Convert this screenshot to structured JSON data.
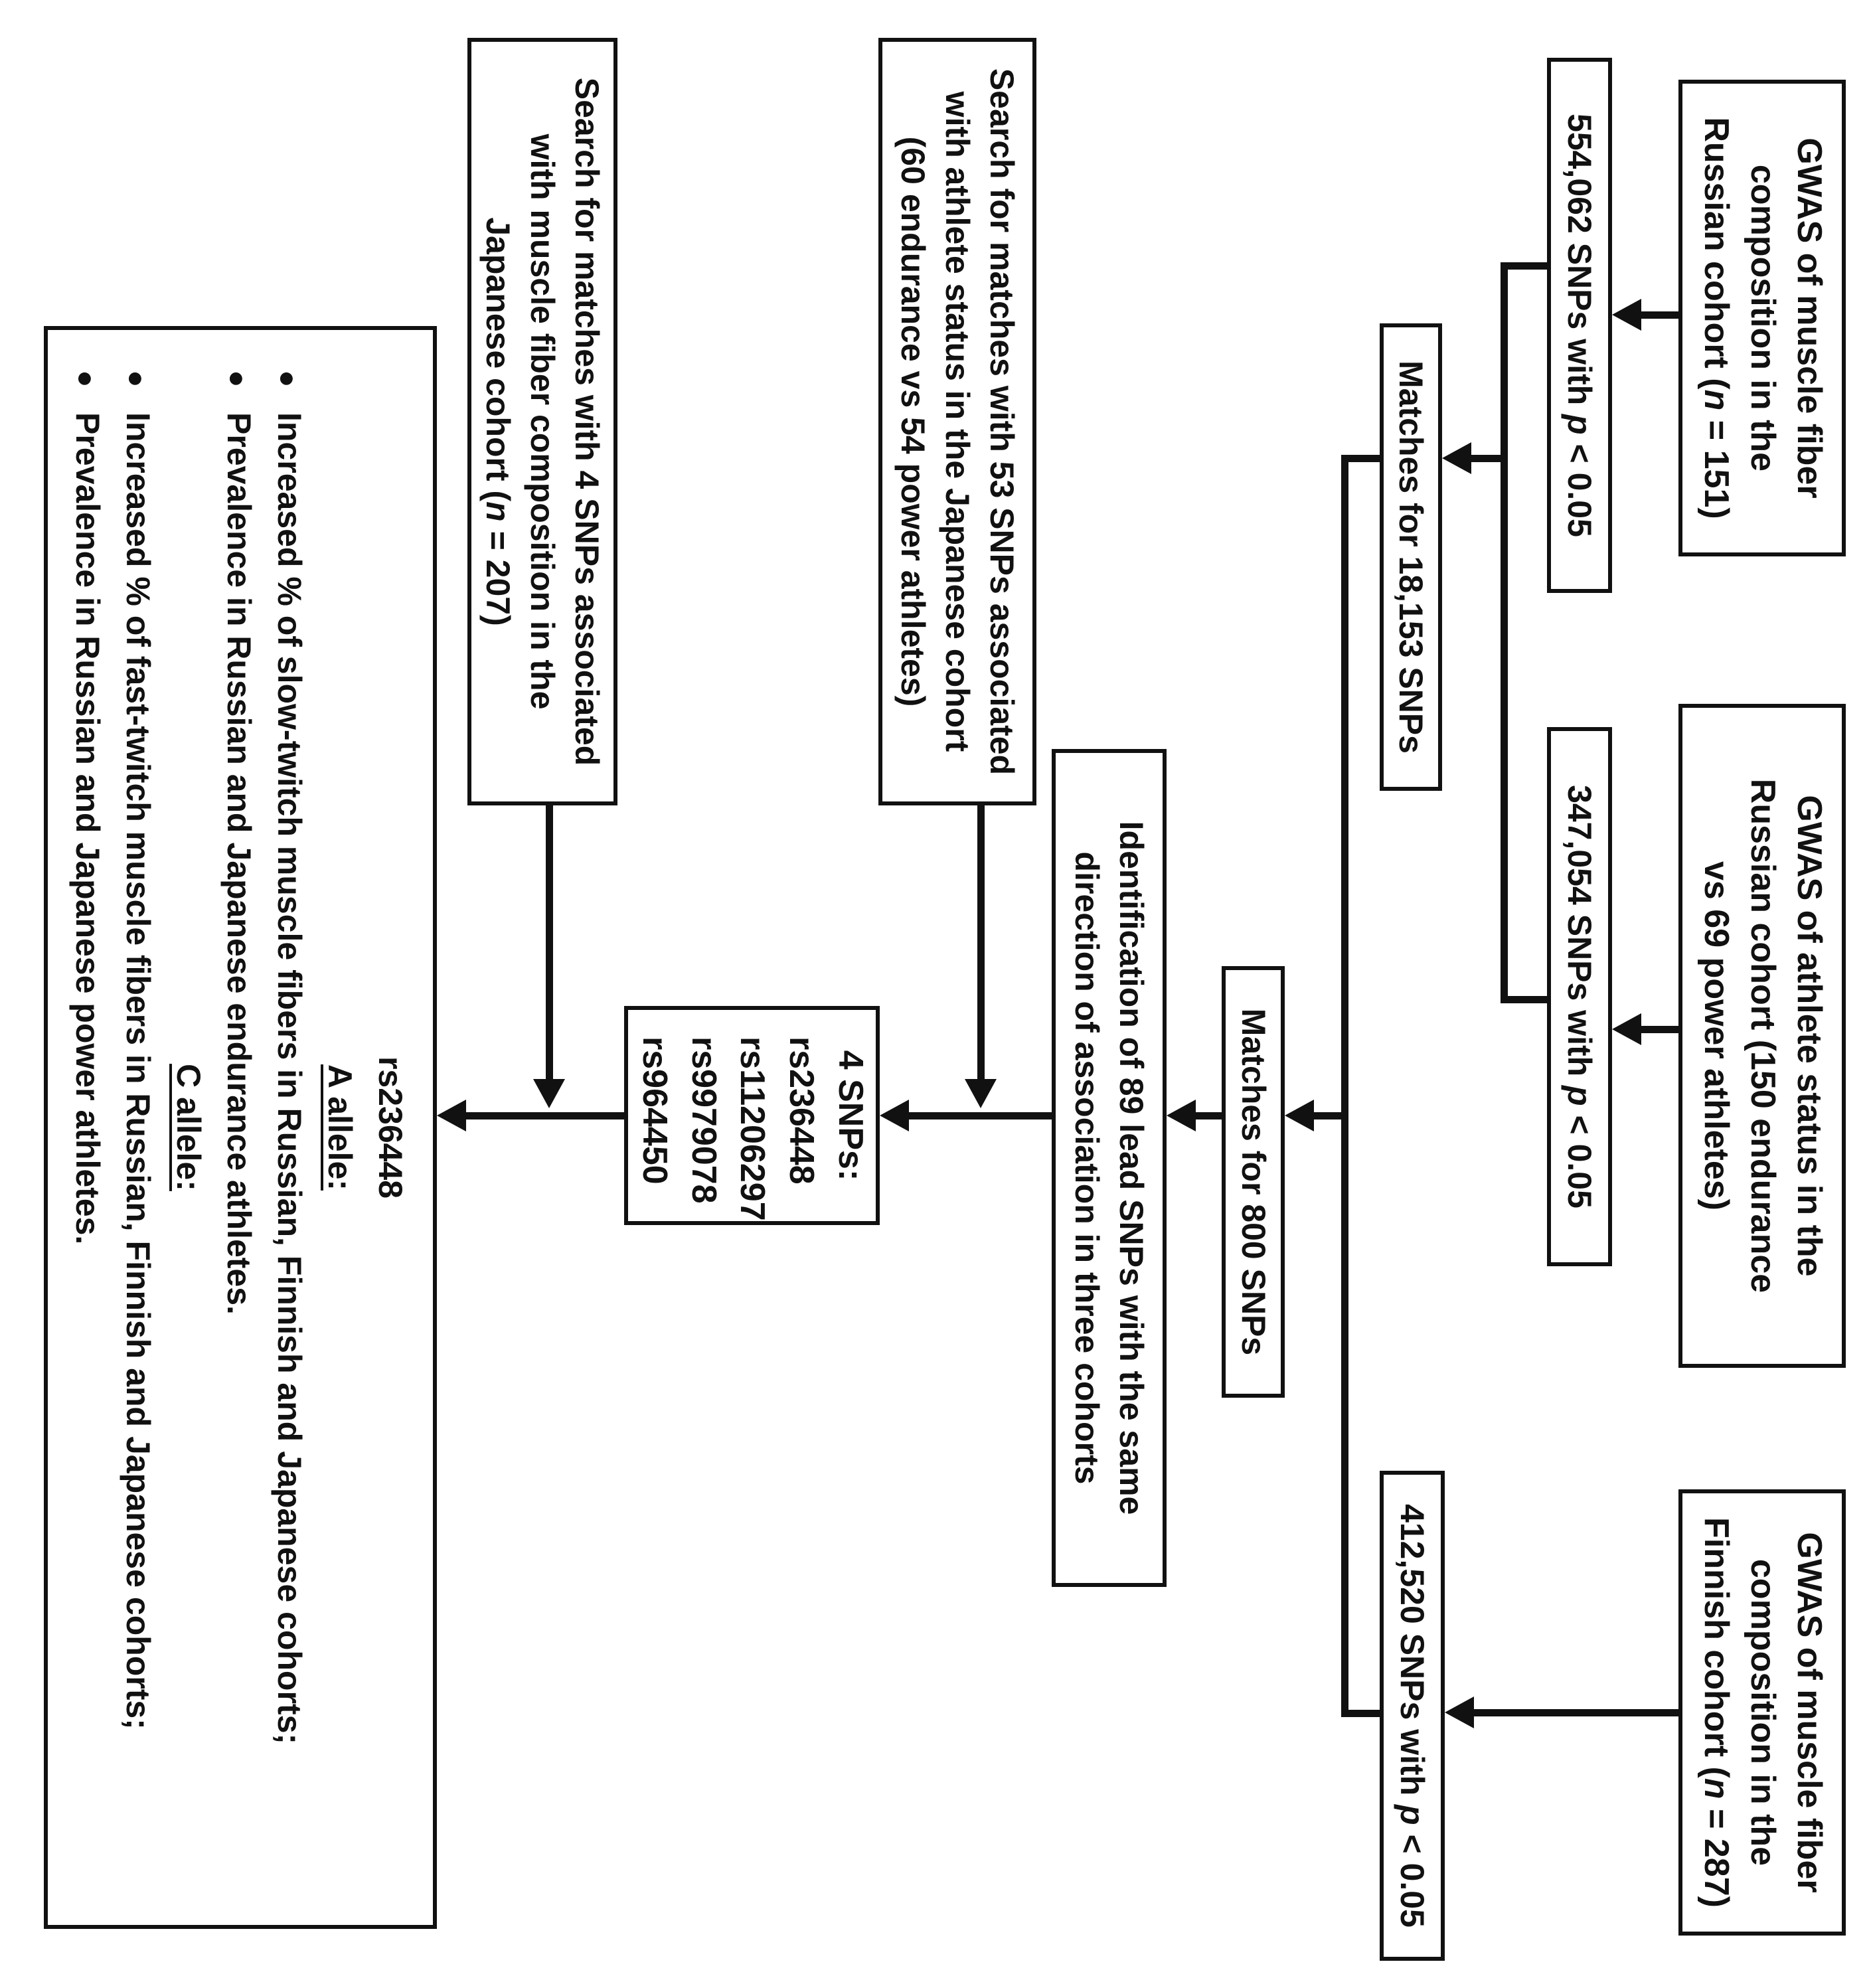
{
  "figure": {
    "description_colors": {
      "ink": "#111111",
      "background": "#ffffff"
    },
    "boxes": {
      "gwas_russian_muscle": {
        "lines": [
          "GWAS of muscle fiber",
          "composition in the",
          "Russian cohort (n = 151)"
        ]
      },
      "gwas_russian_athlete": {
        "lines": [
          "GWAS of athlete status in the",
          "Russian cohort (150 endurance",
          "vs 69 power athletes)"
        ]
      },
      "gwas_finnish_muscle": {
        "lines": [
          "GWAS of muscle fiber",
          "composition in the",
          "Finnish cohort (n = 287)"
        ]
      },
      "snps_554062": {
        "lines": [
          "554,062 SNPs with p < 0.05"
        ]
      },
      "snps_347054": {
        "lines": [
          "347,054 SNPs with p < 0.05"
        ]
      },
      "snps_412520": {
        "lines": [
          "412,520 SNPs with p < 0.05"
        ]
      },
      "matches_18153": {
        "lines": [
          "Matches for 18,153 SNPs"
        ]
      },
      "matches_800": {
        "lines": [
          "Matches for 800 SNPs"
        ]
      },
      "identification": {
        "lines": [
          "Identification of 89 lead SNPs with the same",
          "direction of association in three cohorts"
        ]
      },
      "search_53_snps": {
        "lines": [
          "Search for matches with 53 SNPs associated",
          "with athlete status in the Japanese cohort",
          "(60 endurance vs 54 power athletes)"
        ]
      },
      "four_snps": {
        "lines": [
          "4 SNPs:",
          "rs236448",
          "rs11206297",
          "rs9979078",
          "rs964450"
        ]
      },
      "search_4_snps": {
        "lines": [
          "Search for matches with 4 SNPs associated",
          "with muscle fiber composition in the",
          "Japanese cohort (n = 207)"
        ]
      },
      "result": {
        "title": "rs236448",
        "sections": [
          {
            "heading": "A allele:",
            "bullets": [
              "Increased % of slow-twitch muscle fibers in Russian, Finnish and Japanese cohorts;",
              "Prevalence in Russian and Japanese endurance athletes."
            ]
          },
          {
            "heading": "C allele:",
            "bullets": [
              "Increased % of fast-twitch muscle fibers in Russian, Finnish and Japanese cohorts;",
              "Prevalence in Russian and Japanese power athletes."
            ]
          }
        ]
      }
    }
  }
}
